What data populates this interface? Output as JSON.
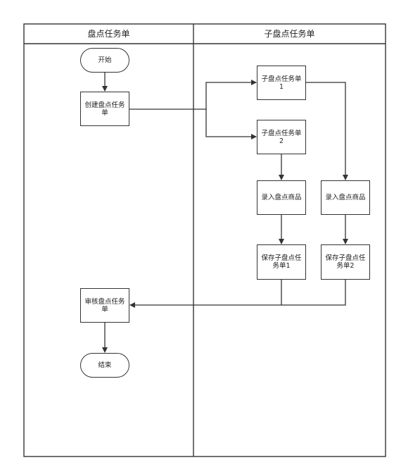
{
  "lanes": {
    "left_title": "盘点任务单",
    "right_title": "子盘点任务单"
  },
  "nodes": {
    "start": "开始",
    "create": "创建盘点任务单",
    "sub1": "子盘点任务单1",
    "sub2": "子盘点任务单2",
    "entry_left": "录入盘点商品",
    "entry_right": "录入盘点商品",
    "save1": "保存子盘点任务单1",
    "save2": "保存子盘点任务单2",
    "review": "审核盘点任务单",
    "end": "结束"
  }
}
